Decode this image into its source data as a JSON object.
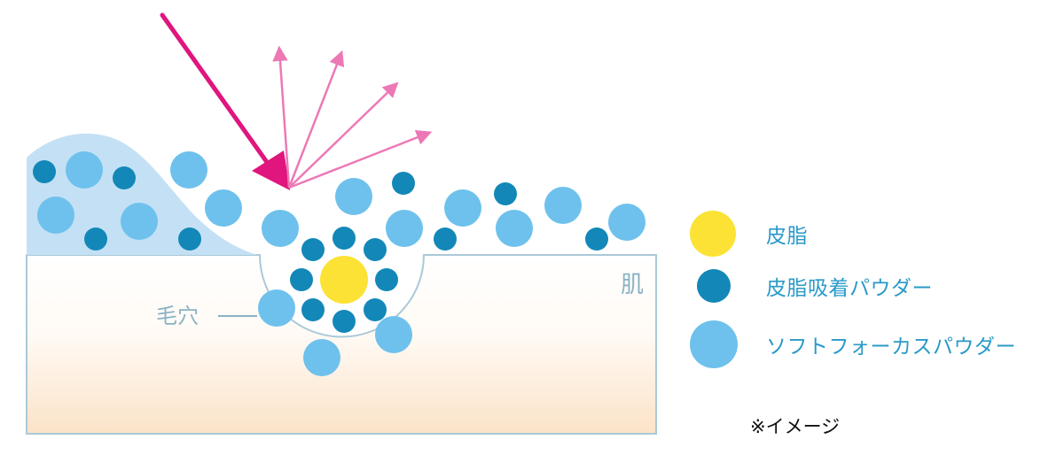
{
  "labels": {
    "skin": "肌",
    "pore": "毛穴"
  },
  "legend": [
    {
      "label": "皮脂",
      "color": "#fce235"
    },
    {
      "label": "皮脂吸着パウダー",
      "color": "#1388b8"
    },
    {
      "label": "ソフトフォーカスパウダー",
      "color": "#6ec1ec"
    }
  ],
  "note": "※イメージ",
  "colors": {
    "incident_light": "#e0157e",
    "scattered_light": "#ec79b6",
    "skin_outline": "#aac9d8",
    "sebum_layer": "#c4e0f5",
    "sebum": "#fce235",
    "absorbing_powder": "#1388b8",
    "soft_focus_powder": "#6ec1ec"
  }
}
